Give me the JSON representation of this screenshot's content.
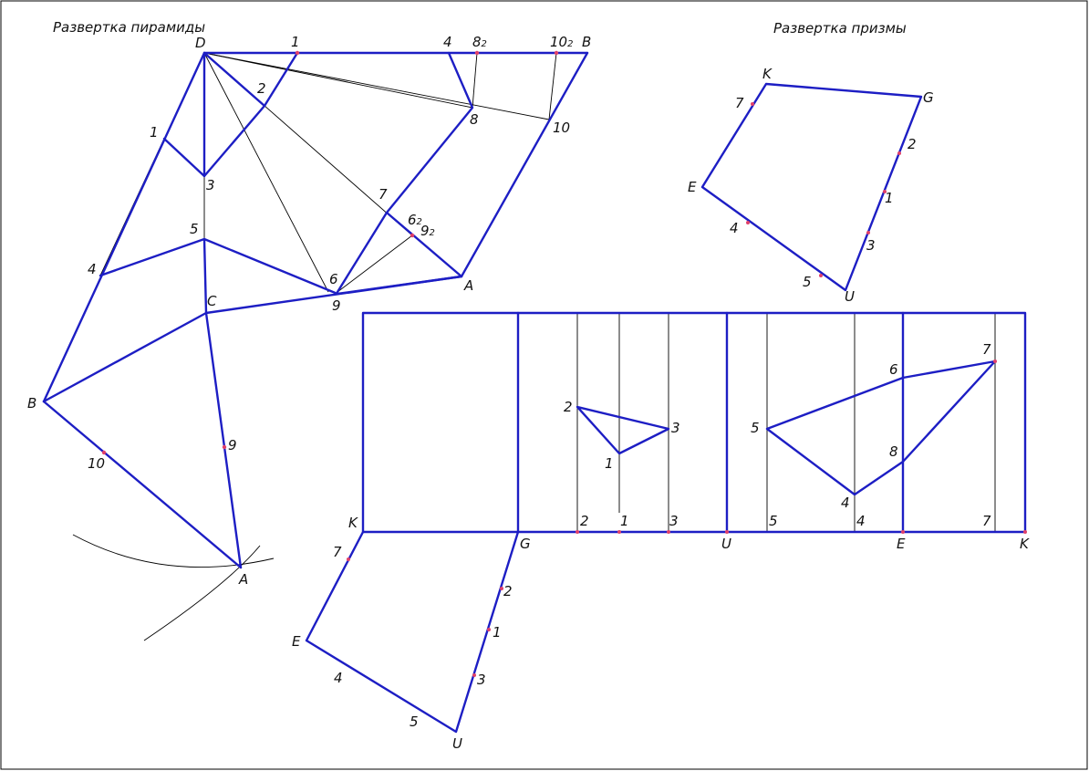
{
  "titles": {
    "pyramid": "Развертка пирамиды",
    "prism": "Развертка призмы"
  },
  "labels": {
    "D": "D",
    "B": "B",
    "C": "C",
    "A": "A",
    "K": "K",
    "G": "G",
    "E": "E",
    "U": "U",
    "n1": "1",
    "n2": "2",
    "n3": "3",
    "n4": "4",
    "n5": "5",
    "n6": "6",
    "n7": "7",
    "n8": "8",
    "n9": "9",
    "n10": "10",
    "sub2": "2"
  },
  "colors": {
    "edge": "#1d1ec4",
    "construction": "#000000",
    "point": "#e0406a"
  }
}
